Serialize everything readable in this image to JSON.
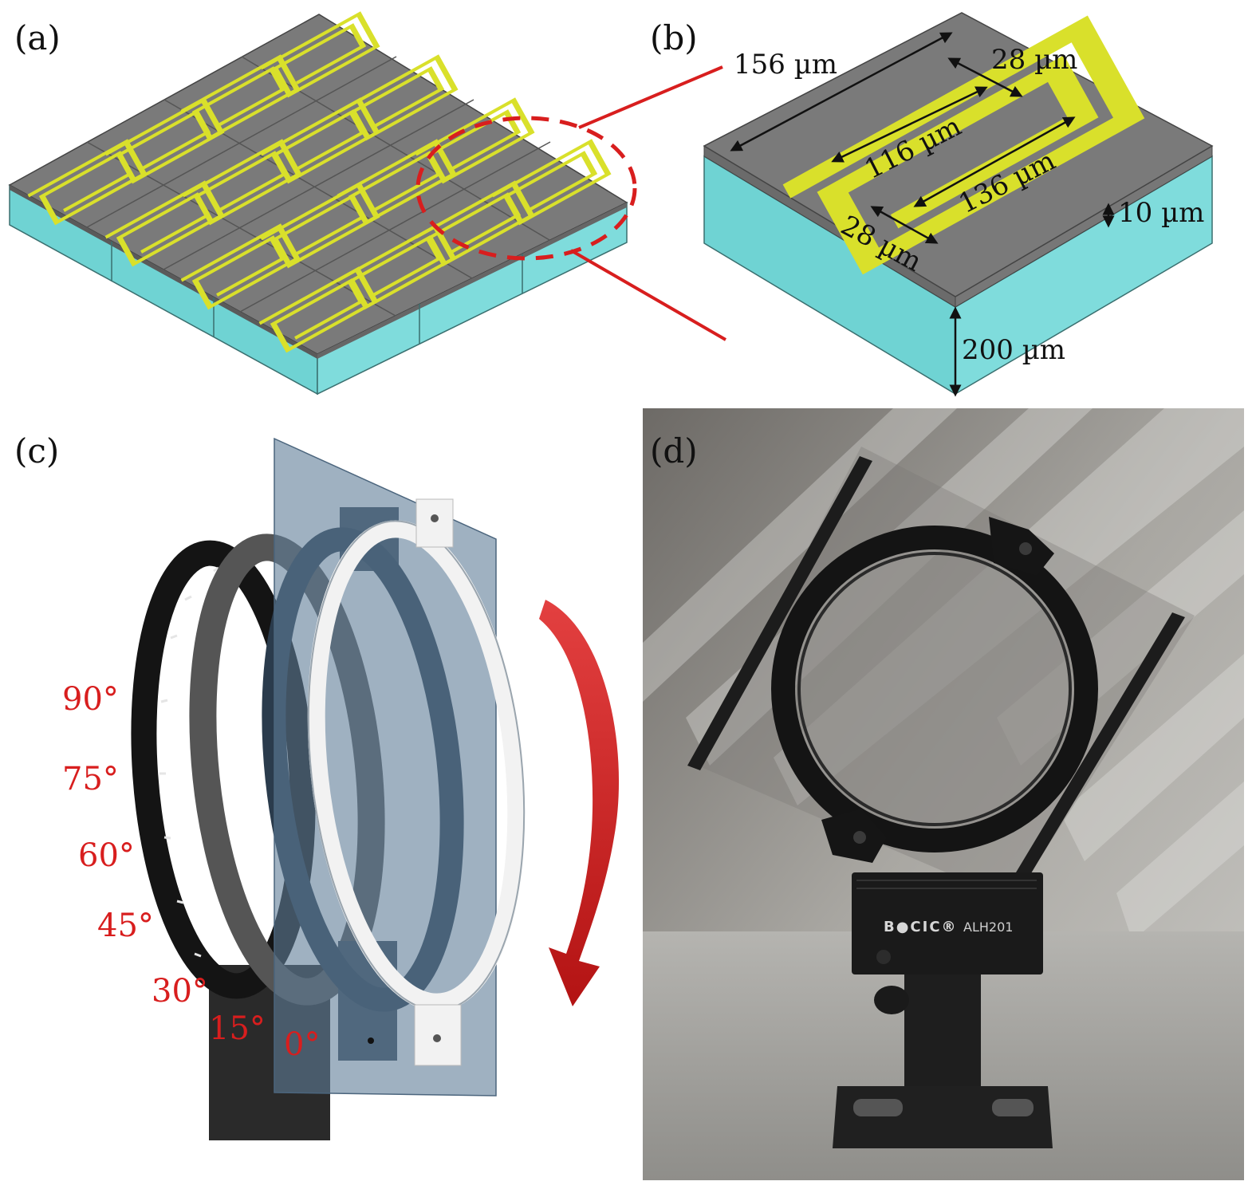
{
  "panels": {
    "a": {
      "label": "(a)"
    },
    "b": {
      "label": "(b)",
      "dimensions": [
        "156 µm",
        "28 µm",
        "116 µm",
        "136 µm",
        "28 µm",
        "10 µm",
        "200 µm"
      ]
    },
    "c": {
      "label": "(c)",
      "angles": [
        "90°",
        "75°",
        "60°",
        "45°",
        "30°",
        "15°",
        "0°"
      ]
    },
    "d": {
      "label": "(d)",
      "brand": "B●CIC®",
      "model": "ALH201"
    }
  },
  "colors": {
    "substrate": "#6fd3d3",
    "metal_layer": "#7a7a7a",
    "resonator": "#d9e02b",
    "annotation_red": "#d81e1e",
    "photo_background": "#8d8b86"
  },
  "icons": {
    "rotation": "curved-arrow-icon"
  }
}
